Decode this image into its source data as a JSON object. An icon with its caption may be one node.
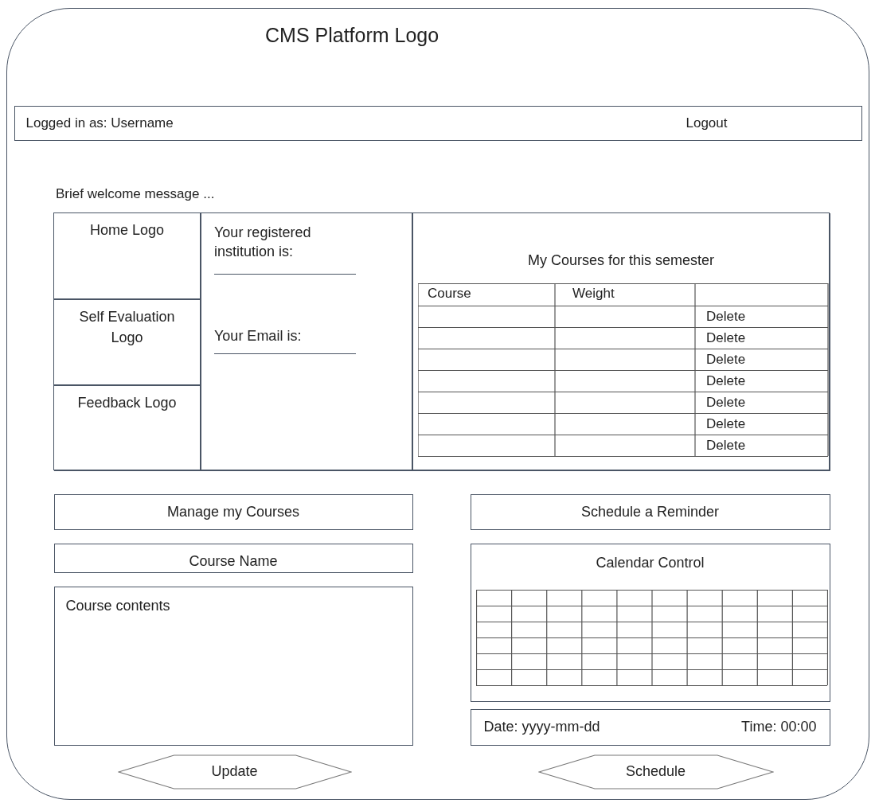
{
  "diagram": {
    "nodes": [
      {
        "text": [],
        "shape": "box"
      },
      {
        "text": [
          "Logged in as: Username",
          "Logout"
        ],
        "in": 0
      },
      {
        "text": [],
        "shape": "box",
        "in": 0
      },
      {
        "text": [
          "Home Logo"
        ],
        "in": 2
      },
      {
        "text": [
          "Self Evaluation Logo"
        ],
        "in": 2
      },
      {
        "text": [
          "Feedback Logo"
        ],
        "in": 2
      },
      {
        "text": [
          "Your registered institution is:",
          "Your Email is:"
        ],
        "in": 2
      },
      {
        "text": [
          "My Courses for this semester"
        ],
        "in": 2
      },
      {
        "text": [
          "Manage my Courses"
        ],
        "in": 0
      },
      {
        "text": [
          "Course Name"
        ],
        "in": 0
      },
      {
        "text": [
          "Course contents"
        ],
        "in": 0
      },
      {
        "text": [
          "Update"
        ],
        "in": 0
      },
      {
        "text": [
          "Schedule a Reminder"
        ],
        "in": 0
      },
      {
        "text": [
          "Calendar Control"
        ],
        "in": 0
      },
      {
        "text": [
          "Date: yyyy-mm-dd",
          "Time: 00:00"
        ],
        "in": 0
      },
      {
        "text": [
          "Schedule"
        ],
        "in": 0
      }
    ],
    "edges": [],
    "labels": [
      "CMS Platform Logo",
      "Brief welcome message ...",
      "Course",
      "Weight",
      "Delete",
      "Delete",
      "Delete",
      "Delete",
      "Delete",
      "Delete",
      "Delete"
    ]
  }
}
